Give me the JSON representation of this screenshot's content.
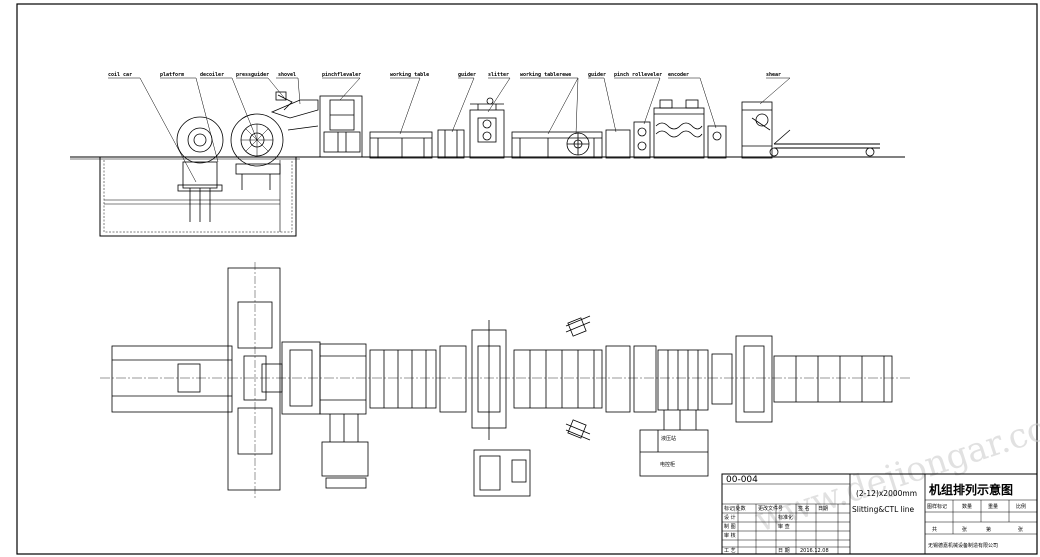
{
  "callouts": [
    {
      "id": "coil-car",
      "text": "coil car"
    },
    {
      "id": "platform",
      "text": "platform"
    },
    {
      "id": "decoiler",
      "text": "decoiler"
    },
    {
      "id": "pressguider",
      "text": "pressguider"
    },
    {
      "id": "shovel",
      "text": "shovel"
    },
    {
      "id": "pinchflevaler",
      "text": "pinchflevaler"
    },
    {
      "id": "working-table-1",
      "text": "working table"
    },
    {
      "id": "guider-1",
      "text": "guider"
    },
    {
      "id": "slitter",
      "text": "slitter"
    },
    {
      "id": "working-table-2",
      "text": "working tablerewe"
    },
    {
      "id": "guider-2",
      "text": "guider"
    },
    {
      "id": "pinch-roll",
      "text": "pinch rolleveler"
    },
    {
      "id": "encoder",
      "text": "encoder"
    },
    {
      "id": "shear",
      "text": "shear"
    }
  ],
  "plan_labels": {
    "hydraulic": "液压站",
    "control": "电控柜"
  },
  "title_block": {
    "drawing_no": "00-004",
    "spec": "(2-12)x2000mm",
    "line_name": "Slitting&CTL line",
    "title": "机组排列示意图",
    "header_row": [
      "标记|处数",
      "更改文件号",
      "签  名",
      "日期"
    ],
    "design_label": "设 计",
    "standard_label": "标准化",
    "draw_label": "制 图",
    "review_label": "审 查",
    "check_label": "审 核",
    "process_label": "工 艺",
    "date_label": "日 期",
    "date_value": "2016.12.08",
    "col_stage": "图样标记",
    "col_weight": "数量",
    "col_mass": "重量",
    "col_scale": "比例",
    "sheet_total": "共",
    "sheet_page": "张",
    "sheet_no": "第",
    "sheet_page2": "张",
    "company": "无锡德嘉机械设备制造有限公司"
  },
  "watermark": "www.dejiongar.com"
}
